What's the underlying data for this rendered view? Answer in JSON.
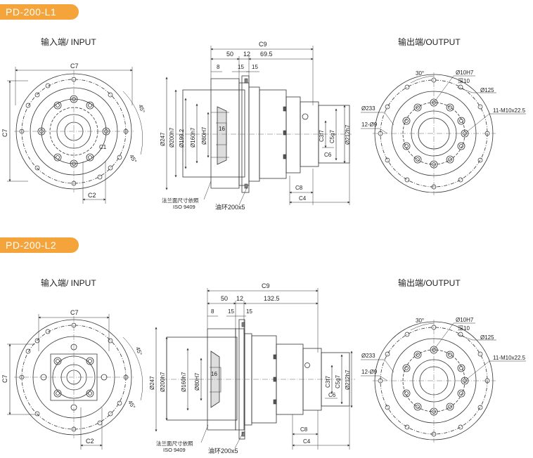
{
  "section1": {
    "title": "PD-200-L1",
    "input_label": "输入端/ INPUT",
    "output_label": "输出端/OUTPUT",
    "input": {
      "c7_top": "C7",
      "c7_side": "C7",
      "c2": "C2",
      "angle_a": "45°",
      "angle_b": "45°",
      "c1": "C1"
    },
    "side": {
      "c9": "C9",
      "d50": "50",
      "d12": "12",
      "d695": "69.5",
      "d8": "8",
      "d15a": "15",
      "d15b": "15",
      "phi247": "Ø247",
      "phi200h7": "Ø200h7",
      "phi1992": "Ø199.2",
      "phi160h7": "Ø160h7",
      "phi80h7": "Ø80H7",
      "d16": "16",
      "c3": "C3f7",
      "c5": "C5g7",
      "phi212": "Ø212h7",
      "c6": "C6",
      "c8": "C8",
      "c4": "C4",
      "flange_note_1": "法兰面尺寸依照",
      "flange_note_2": "ISO 9409",
      "oil_ring": "油环200x5"
    },
    "output": {
      "angle": "30°",
      "phi10h7": "Ø10H7",
      "depth10": "深10",
      "phi125": "Ø125",
      "phi233": "Ø233",
      "holes12": "12-Ø9",
      "thread11": "11-M10x22.5"
    }
  },
  "section2": {
    "title": "PD-200-L2",
    "input_label": "输入端/ INPUT",
    "output_label": "输出端/OUTPUT",
    "input": {
      "c7_top": "C7",
      "c7_side": "C7",
      "c2": "C2",
      "angle_a": "45°",
      "angle_b": "45°"
    },
    "side": {
      "c9": "C9",
      "d50": "50",
      "d12": "12",
      "d1325": "132.5",
      "d8": "8",
      "d15a": "15",
      "d15b": "15",
      "phi247": "Ø247",
      "phi200h7": "Ø200h7",
      "phi160h7": "Ø160h7",
      "phi80h7": "Ø80H7",
      "d16": "16",
      "c3": "C3f7",
      "c5": "C5g7",
      "phi212": "Ø212h7",
      "c6": "C6",
      "c8": "C8",
      "c4": "C4",
      "flange_note_1": "法兰面尺寸依照",
      "flange_note_2": "ISO 9409",
      "oil_ring": "油环200x5"
    },
    "output": {
      "angle": "30°",
      "phi10h7": "Ø10H7",
      "depth10": "深10",
      "phi125": "Ø125",
      "phi233": "Ø233",
      "holes12": "12-Ø9",
      "thread11": "11-M10x22.5"
    }
  }
}
